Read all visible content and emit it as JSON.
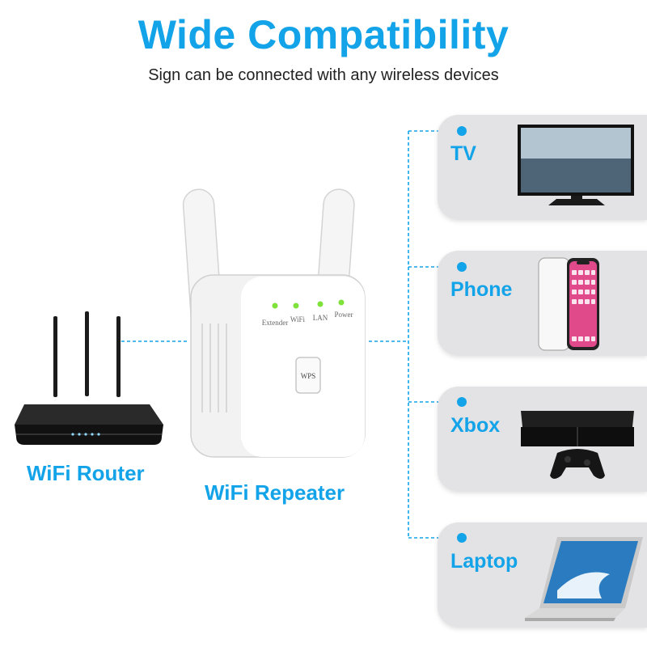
{
  "title": "Wide Compatibility",
  "subtitle": "Sign can be connected with any wireless devices",
  "router_label": "WiFi Router",
  "repeater_label": "WiFi Repeater",
  "repeater_leds": [
    "Extender",
    "WiFi",
    "LAN",
    "Power"
  ],
  "wps_label": "WPS",
  "devices": [
    {
      "label": "TV",
      "icon": "tv-icon"
    },
    {
      "label": "Phone",
      "icon": "phone-icon"
    },
    {
      "label": "Xbox",
      "icon": "xbox-icon"
    },
    {
      "label": "Laptop",
      "icon": "laptop-icon"
    }
  ],
  "colors": {
    "accent": "#13a3e8",
    "card": "#e3e3e5",
    "led": "#7ee23a"
  }
}
